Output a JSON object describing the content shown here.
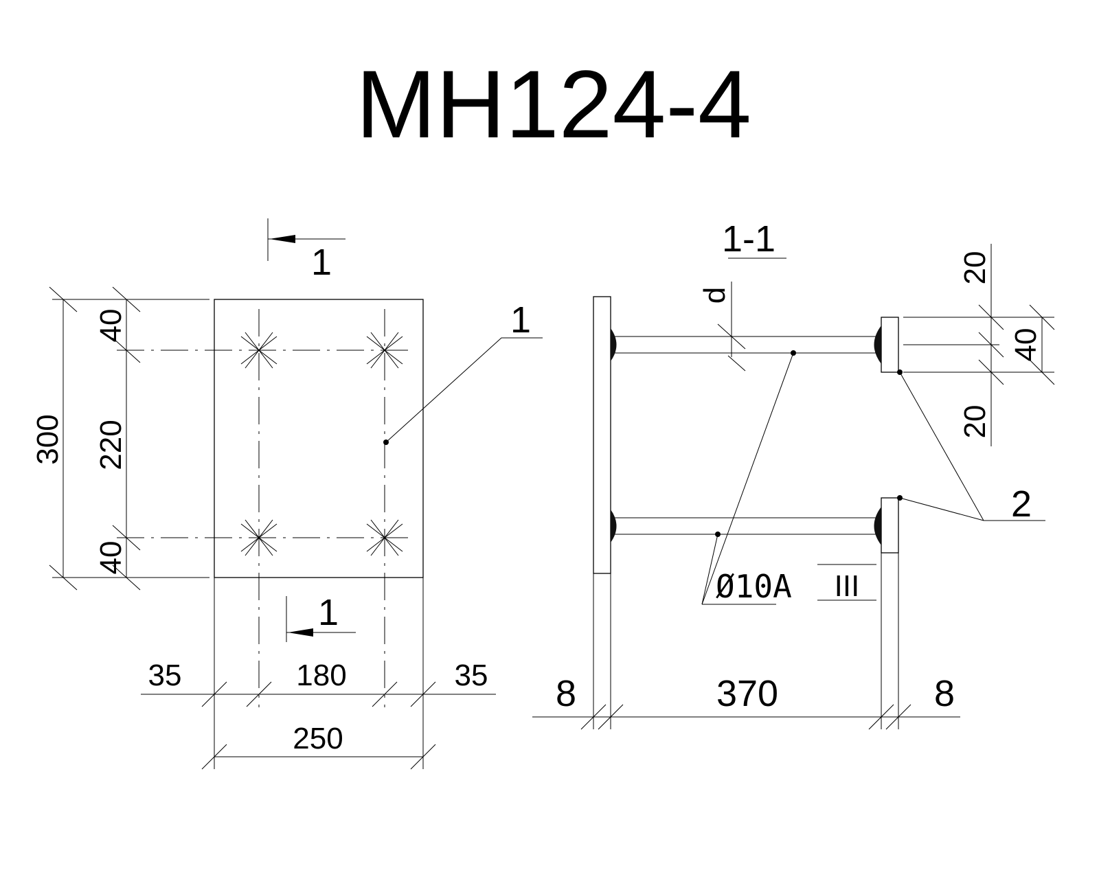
{
  "title": "MH124-4",
  "plan": {
    "section_mark_top": "1",
    "section_mark_bottom": "1",
    "callout": "1",
    "dims": {
      "overall_height": "300",
      "inner_height": "220",
      "top_edge": "40",
      "bottom_edge": "40",
      "left_edge": "35",
      "inner_width": "180",
      "right_edge": "35",
      "overall_width": "250"
    }
  },
  "section": {
    "label": "1-1",
    "d_label": "d",
    "callout": "2",
    "rebar_spec": "Ø10A",
    "rebar_class": "III",
    "dims": {
      "left_plate": "8",
      "length": "370",
      "right_plate": "8",
      "top_gap": "20",
      "plate_height": "40",
      "bottom_gap": "20"
    }
  }
}
